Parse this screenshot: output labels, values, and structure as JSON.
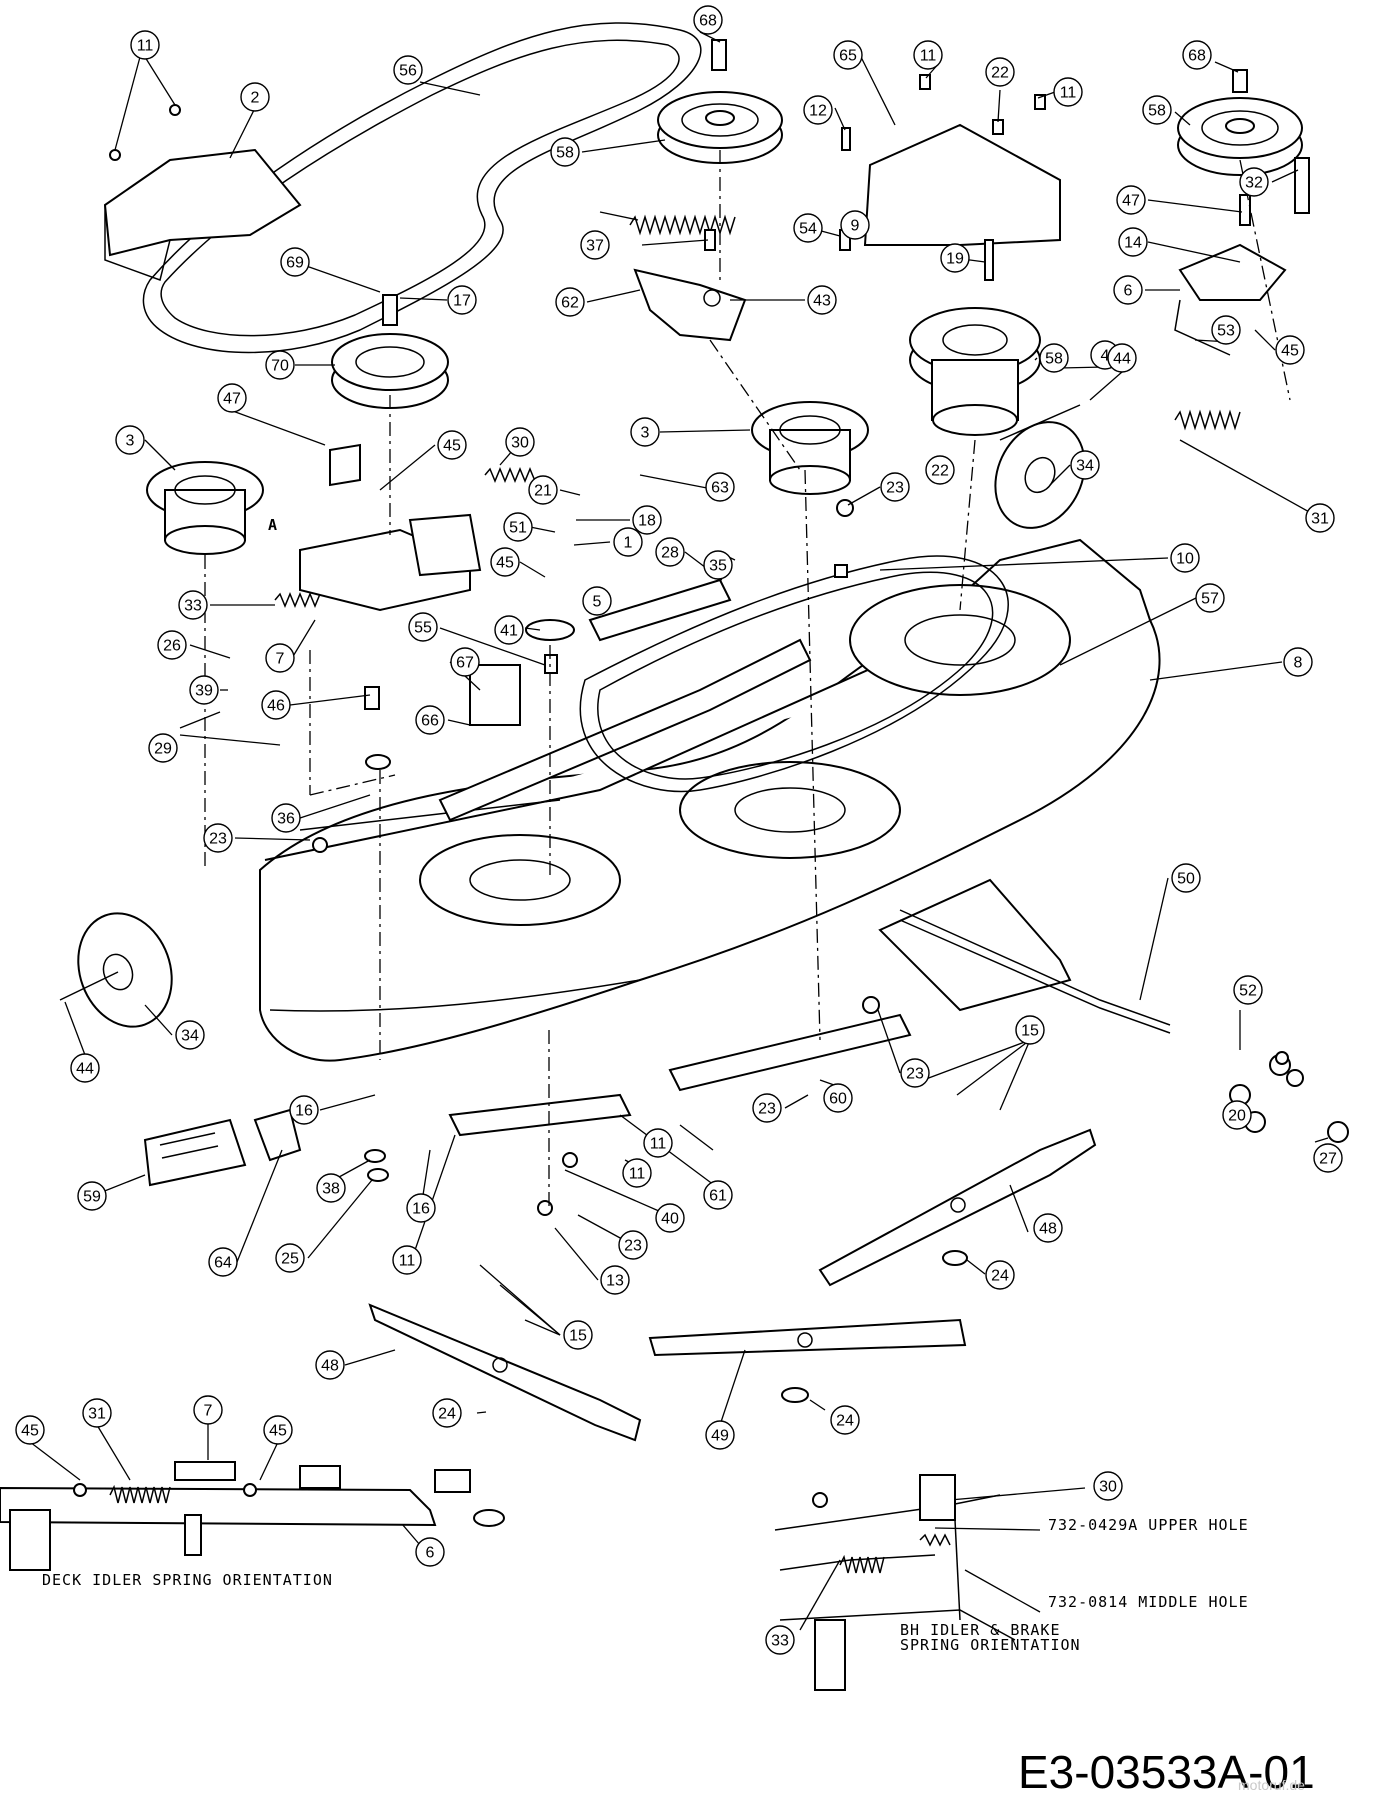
{
  "diagram_code": "E3-03533A-01",
  "watermark": "motoruf.de",
  "captions": {
    "deck_idler": "DECK IDLER SPRING ORIENTATION",
    "brake_line1": "BH IDLER & BRAKE",
    "brake_line2": "SPRING ORIENTATION",
    "upper_hole": "732-0429A UPPER HOLE",
    "middle_hole": "732-0814 MIDDLE HOLE",
    "detail_a": "A"
  },
  "callouts": [
    {
      "label": "11"
    },
    {
      "label": "2"
    },
    {
      "label": "56"
    },
    {
      "label": "68"
    },
    {
      "label": "65"
    },
    {
      "label": "11"
    },
    {
      "label": "22"
    },
    {
      "label": "11"
    },
    {
      "label": "68"
    },
    {
      "label": "58"
    },
    {
      "label": "12"
    },
    {
      "label": "58"
    },
    {
      "label": "32"
    },
    {
      "label": "47"
    },
    {
      "label": "14"
    },
    {
      "label": "37"
    },
    {
      "label": "9"
    },
    {
      "label": "54"
    },
    {
      "label": "19"
    },
    {
      "label": "6"
    },
    {
      "label": "69"
    },
    {
      "label": "17"
    },
    {
      "label": "62"
    },
    {
      "label": "43"
    },
    {
      "label": "58"
    },
    {
      "label": "53"
    },
    {
      "label": "45"
    },
    {
      "label": "70"
    },
    {
      "label": "4"
    },
    {
      "label": "44"
    },
    {
      "label": "47"
    },
    {
      "label": "3"
    },
    {
      "label": "3"
    },
    {
      "label": "45"
    },
    {
      "label": "30"
    },
    {
      "label": "34"
    },
    {
      "label": "63"
    },
    {
      "label": "31"
    },
    {
      "label": "23"
    },
    {
      "label": "21"
    },
    {
      "label": "18"
    },
    {
      "label": "51"
    },
    {
      "label": "1"
    },
    {
      "label": "35"
    },
    {
      "label": "28"
    },
    {
      "label": "10"
    },
    {
      "label": "45"
    },
    {
      "label": "22"
    },
    {
      "label": "5"
    },
    {
      "label": "57"
    },
    {
      "label": "33"
    },
    {
      "label": "7"
    },
    {
      "label": "41"
    },
    {
      "label": "55"
    },
    {
      "label": "8"
    },
    {
      "label": "26"
    },
    {
      "label": "67"
    },
    {
      "label": "39"
    },
    {
      "label": "46"
    },
    {
      "label": "66"
    },
    {
      "label": "29"
    },
    {
      "label": "36"
    },
    {
      "label": "23"
    },
    {
      "label": "50"
    },
    {
      "label": "52"
    },
    {
      "label": "15"
    },
    {
      "label": "20"
    },
    {
      "label": "27"
    },
    {
      "label": "44"
    },
    {
      "label": "34"
    },
    {
      "label": "23"
    },
    {
      "label": "23"
    },
    {
      "label": "60"
    },
    {
      "label": "16"
    },
    {
      "label": "11"
    },
    {
      "label": "11"
    },
    {
      "label": "59"
    },
    {
      "label": "38"
    },
    {
      "label": "61"
    },
    {
      "label": "40"
    },
    {
      "label": "48"
    },
    {
      "label": "16"
    },
    {
      "label": "23"
    },
    {
      "label": "64"
    },
    {
      "label": "25"
    },
    {
      "label": "11"
    },
    {
      "label": "13"
    },
    {
      "label": "24"
    },
    {
      "label": "15"
    },
    {
      "label": "48"
    },
    {
      "label": "49"
    },
    {
      "label": "24"
    },
    {
      "label": "24"
    },
    {
      "label": "45"
    },
    {
      "label": "31"
    },
    {
      "label": "7"
    },
    {
      "label": "45"
    },
    {
      "label": "30"
    },
    {
      "label": "6"
    },
    {
      "label": "33"
    }
  ]
}
